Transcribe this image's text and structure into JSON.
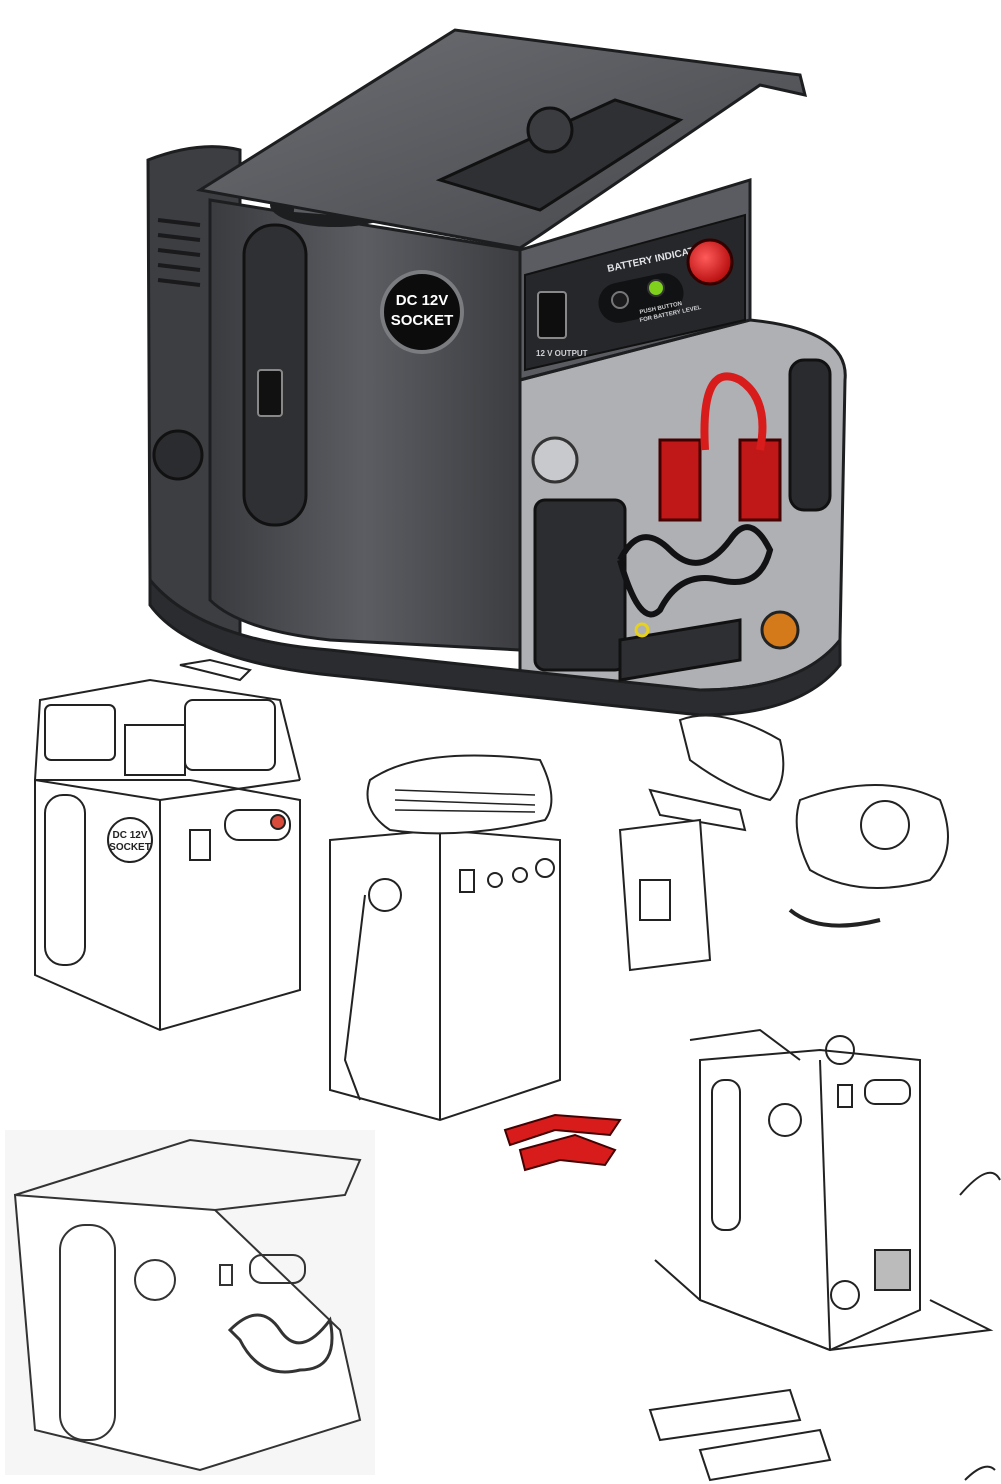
{
  "main_render": {
    "socket_label_line1": "DC 12V",
    "socket_label_line2": "SOCKET",
    "battery_indicator_label": "BATTERY INDICATOR",
    "push_button_line1": "PUSH BUTTON",
    "push_button_line2": "FOR BATTERY LEVEL",
    "output_label": "12 V OUTPUT",
    "colors": {
      "body": "#4a4b4f",
      "body_dark": "#2e2f33",
      "body_light": "#8a8c91",
      "accent_red": "#d81c1c",
      "led_green": "#7fd11b",
      "lamp_orange": "#d47a1a"
    }
  },
  "sketch_1": {
    "socket_label_line1": "DC 12V",
    "socket_label_line2": "SOCKET"
  }
}
